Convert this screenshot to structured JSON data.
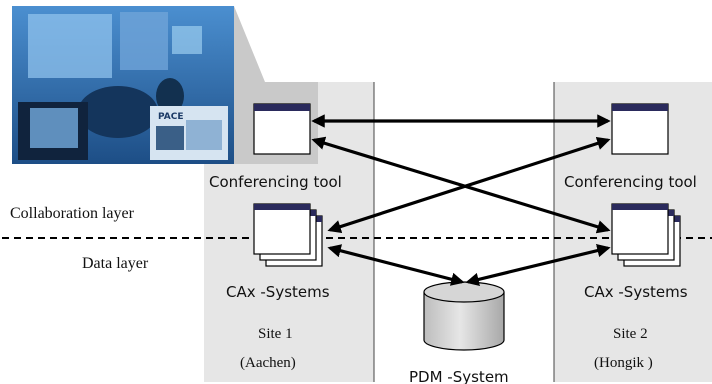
{
  "sites": [
    {
      "conferencing_label": "Conferencing tool",
      "cax_label": "CAx -Systems",
      "site_name": "Site 1",
      "site_location": "(Aachen)"
    },
    {
      "conferencing_label": "Conferencing tool",
      "cax_label": "CAx -Systems",
      "site_name": "Site 2",
      "site_location": "(Hongik )"
    }
  ],
  "layers": {
    "collaboration": "Collaboration layer",
    "data": "Data layer"
  },
  "pdm_label": "PDM -System",
  "photo": {
    "poster_text": "PACE"
  },
  "colors": {
    "panel_fill": "#e6e6e6",
    "photo_blue": "#3a78b8",
    "window_bar": "#2a2a5c",
    "arrow": "#000000"
  }
}
